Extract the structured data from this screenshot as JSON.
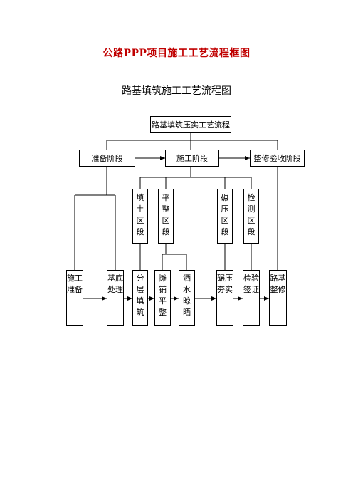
{
  "page_title": "公路PPP项目施工工艺流程框图",
  "diagram_title": "路基填筑施工工艺流程图",
  "nodes": {
    "root": "路基填筑压实工艺流程",
    "prep_stage": "准备阶段",
    "construct_stage": "施工阶段",
    "finish_stage": "整修验收阶段",
    "fill_zone": "填土区段",
    "level_zone": "平整区段",
    "roll_zone": "碾压区段",
    "test_zone": "检测区段",
    "site_prep": "施工准备",
    "base_treat": "基底处理",
    "layer_fill": "分层填筑",
    "spread_level": "摊铺平整",
    "water_dry": "洒水晾晒",
    "roll_compact": "碾压夯实",
    "inspect_sign": "检验签证",
    "subgrade_repair": "路基整修"
  }
}
